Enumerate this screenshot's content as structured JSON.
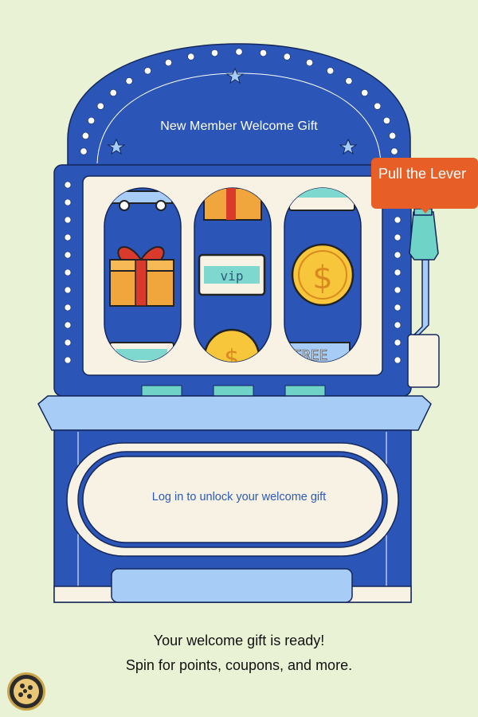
{
  "colors": {
    "background": "#eaf2d6",
    "machine_blue": "#2b56b8",
    "cream": "#f7f2e3",
    "light_blue": "#a7cdf7",
    "teal": "#6fd3c8",
    "tooltip_orange": "#e75f27"
  },
  "machine": {
    "title": "New Member Welcome Gift",
    "login_prompt": "Log in to unlock your welcome gift"
  },
  "lever": {
    "tooltip": "Pull the Lever"
  },
  "reels": [
    {
      "icons": [
        "truck-icon",
        "gift-box-icon",
        "vip-ticket-icon"
      ]
    },
    {
      "icons": [
        "package-icon",
        "vip-ticket-icon",
        "coin-icon"
      ]
    },
    {
      "icons": [
        "vip-ticket-icon",
        "coin-icon",
        "free-tag-icon"
      ]
    }
  ],
  "message": {
    "line1": "Your welcome gift is ready!",
    "line2": "Spin for points, coupons, and more."
  },
  "corner_button_icon": "cookie-icon"
}
